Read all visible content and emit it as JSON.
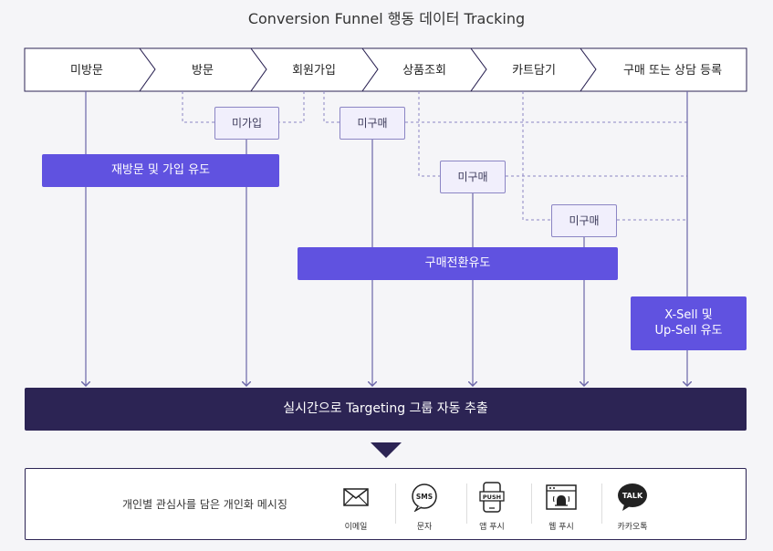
{
  "title": "Conversion Funnel 행동 데이터 Tracking",
  "stages": [
    "미방문",
    "방문",
    "회원가입",
    "상품조회",
    "카트담기",
    "구매 또는 상담 등록"
  ],
  "drop_boxes": [
    "미가입",
    "미구매",
    "미구매",
    "미구매"
  ],
  "bars": {
    "revisit": "재방문 및 가입 유도",
    "conversion": "구매전환유도",
    "xsell_line1": "X-Sell 및",
    "xsell_line2": "Up-Sell 유도"
  },
  "extract": "실시간으로 Targeting 그룹 자동 추출",
  "message": {
    "label": "개인별 관심사를 담은 개인화 메시징",
    "channels": [
      {
        "label": "이메일",
        "icon": "envelope-icon"
      },
      {
        "label": "문자",
        "icon": "sms-icon",
        "badge": "SMS"
      },
      {
        "label": "앱 푸시",
        "icon": "app-push-icon",
        "badge": "PUSH"
      },
      {
        "label": "웹 푸시",
        "icon": "web-push-icon"
      },
      {
        "label": "카카오톡",
        "icon": "kakaotalk-icon",
        "badge": "TALK"
      }
    ]
  },
  "colors": {
    "accent": "#6052e0",
    "dark": "#2c2454",
    "line": "#8b85c4"
  }
}
